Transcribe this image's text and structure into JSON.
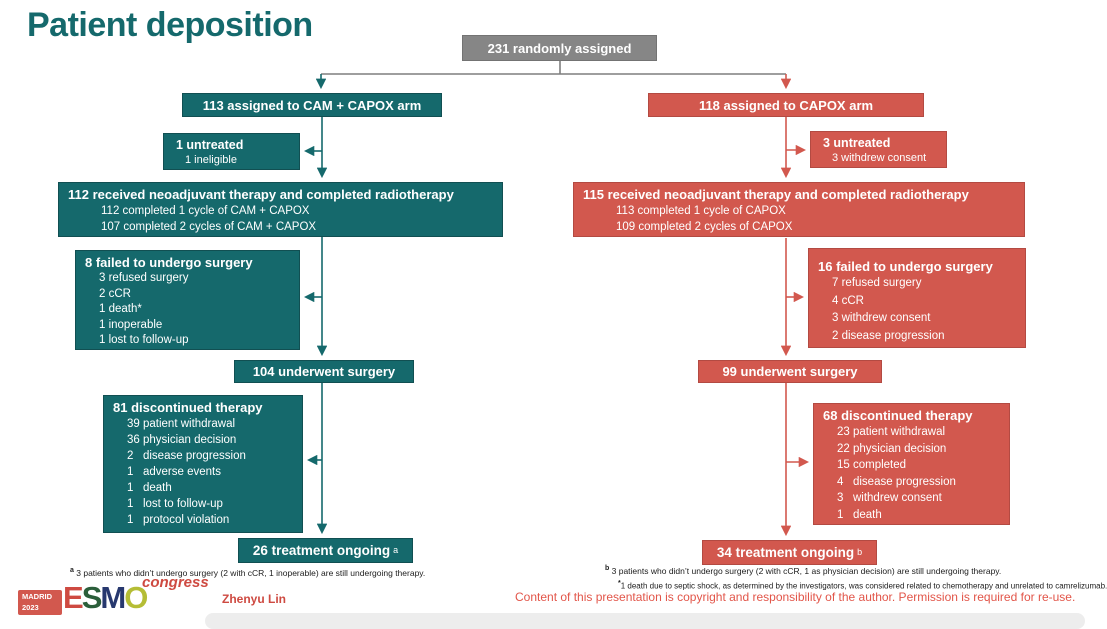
{
  "title": "Patient deposition",
  "colors": {
    "teal_arm": "#15696C",
    "red_arm": "#D2584E",
    "gray_root": "#868686",
    "copyright_red": "#E25549",
    "logo_red": "#CE4A41"
  },
  "root": {
    "label": "231 randomly assigned"
  },
  "left": {
    "assigned": "113 assigned to CAM + CAPOX arm",
    "untreated": {
      "title": "1 untreated",
      "items": [
        "1 ineligible"
      ]
    },
    "neoadjuvant": {
      "title": "112 received neoadjuvant therapy and completed radiotherapy",
      "items": [
        "112 completed 1 cycle of CAM + CAPOX",
        "107 completed 2 cycles of CAM + CAPOX"
      ]
    },
    "failed": {
      "title": "8 failed to undergo surgery",
      "items": [
        "3 refused surgery",
        "2 cCR",
        "1 death*",
        "1 inoperable",
        "1 lost to follow-up"
      ]
    },
    "surgery": "104 underwent surgery",
    "discontinued": {
      "title": "81 discontinued therapy",
      "items": [
        "39 patient withdrawal",
        "36 physician decision",
        "2   disease progression",
        "1   adverse events",
        "1   death",
        "1   lost to follow-up",
        "1   protocol violation"
      ]
    },
    "ongoing": {
      "label": "26 treatment ongoing",
      "sup": "a"
    },
    "footnote": {
      "marker": "a",
      "text": " 3 patients who didn’t undergo surgery (2 with cCR, 1 inoperable) are still undergoing therapy."
    }
  },
  "right": {
    "assigned": "118 assigned to CAPOX arm",
    "untreated": {
      "title": "3 untreated",
      "items": [
        "3 withdrew consent"
      ]
    },
    "neoadjuvant": {
      "title": "115 received neoadjuvant therapy and completed radiotherapy",
      "items": [
        "113 completed 1 cycle of CAPOX",
        "109 completed 2 cycles of CAPOX"
      ]
    },
    "failed": {
      "title": "16 failed to undergo surgery",
      "items": [
        "7 refused surgery",
        "4 cCR",
        "3 withdrew consent",
        "2 disease progression"
      ]
    },
    "surgery": "99 underwent surgery",
    "discontinued": {
      "title": "68 discontinued therapy",
      "items": [
        "23 patient withdrawal",
        "22 physician decision",
        "15 completed",
        "4   disease progression",
        "3   withdrew consent",
        "1   death"
      ]
    },
    "ongoing": {
      "label": "34 treatment ongoing",
      "sup": "b"
    },
    "footnote_b": {
      "marker": "b",
      "text": " 3 patients who didn’t undergo surgery (2 with cCR, 1 as physician decision) are still undergoing therapy."
    },
    "footnote_star": {
      "marker": "*",
      "text": "1 death due to septic shock, as determined by the investigators, was considered related to chemotherapy and unrelated to camrelizumab."
    }
  },
  "footer": {
    "logo": {
      "city": "MADRID",
      "year": "2023",
      "letters": [
        "E",
        "S",
        "M",
        "O"
      ],
      "congress": "congress"
    },
    "presenter": "Zhenyu Lin",
    "copyright": "Content of this presentation is copyright and responsibility of the author. Permission is required for re-use."
  }
}
